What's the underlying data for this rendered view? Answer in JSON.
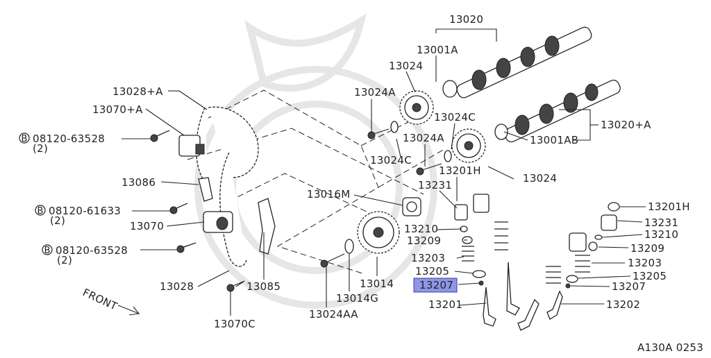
{
  "diagram": {
    "code": "A130A 0253",
    "front": "FRONT",
    "highlight_color": "#8f96e6",
    "labels": {
      "l13020": "13020",
      "l13001A": "13001A",
      "l13024_top": "13024",
      "l13024A_top": "13024A",
      "l13024C_right": "13024C",
      "l13020A": "13020+A",
      "l13001AB": "13001AB",
      "l13024A_mid": "13024A",
      "l13024C_left": "13024C",
      "l13024_right": "13024",
      "l13201H_mid": "13201H",
      "l13231_mid": "13231",
      "l13016M": "13016M",
      "l13210_mid": "13210",
      "l13209_mid": "13209",
      "l13203_mid": "13203",
      "l13205_mid": "13205",
      "l13207_mid": "13207",
      "l13201_mid": "13201",
      "l13014": "13014",
      "l13014G": "13014G",
      "l13024AA": "13024AA",
      "l13028A": "13028+A",
      "l13070A": "13070+A",
      "b1_code": "08120-63528",
      "b1_qty": "(2)",
      "l13086": "13086",
      "b2_code": "08120-61633",
      "b2_qty": "(2)",
      "l13070": "13070",
      "b3_code": "08120-63528",
      "b3_qty": "(2)",
      "l13028": "13028",
      "l13085": "13085",
      "l13070C": "13070C",
      "r13201H": "13201H",
      "r13231": "13231",
      "r13210": "13210",
      "r13209": "13209",
      "r13203": "13203",
      "r13205": "13205",
      "r13207": "13207",
      "r13202": "13202",
      "circle_letter": "B"
    }
  }
}
